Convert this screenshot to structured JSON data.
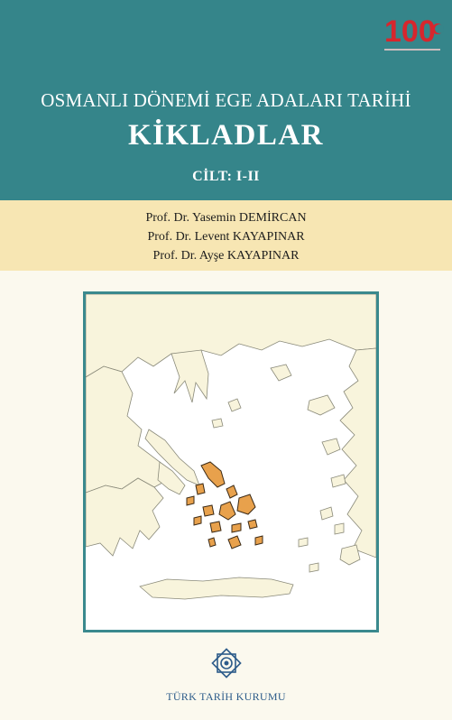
{
  "cover": {
    "series_title": "OSMANLI DÖNEMİ EGE ADALARI TARİHİ",
    "main_title": "KİKLADLAR",
    "volume": "CİLT: I-II",
    "authors": [
      "Prof. Dr. Yasemin DEMİRCAN",
      "Prof. Dr. Levent KAYAPINAR",
      "Prof. Dr. Ayşe KAYAPINAR"
    ],
    "publisher": "TÜRK TARİH KURUMU",
    "anniversary_logo": {
      "text": "100",
      "icon": "republic-100th-anniversary-icon"
    },
    "publisher_logo_icon": "turk-tarih-kurumu-emblem-icon",
    "colors": {
      "header": "#35858a",
      "authors_band": "#f7e6b3",
      "page": "#fbf9ee",
      "sea": "#ffffff",
      "land": "#f8f4dc",
      "highlight_islands": "#e8a14c",
      "logo_red": "#d7262d",
      "publisher_text": "#2d5c8a"
    }
  }
}
